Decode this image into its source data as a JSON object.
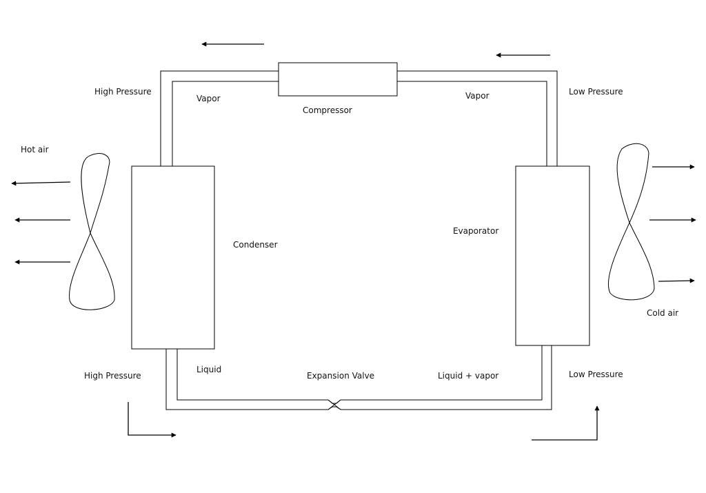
{
  "components": {
    "compressor": "Compressor",
    "condenser": "Condenser",
    "evaporator": "Evaporator",
    "expansion_valve": "Expansion Valve"
  },
  "states": {
    "vapor_left": "Vapor",
    "vapor_right": "Vapor",
    "liquid": "Liquid",
    "liquid_vapor": "Liquid + vapor"
  },
  "pressures": {
    "high_top": "High Pressure",
    "low_top": "Low Pressure",
    "high_bottom": "High Pressure",
    "low_bottom": "Low Pressure"
  },
  "air": {
    "hot": "Hot air",
    "cold": "Cold air"
  },
  "colors": {
    "stroke": "#000000",
    "background": "#ffffff",
    "text": "#111111"
  }
}
